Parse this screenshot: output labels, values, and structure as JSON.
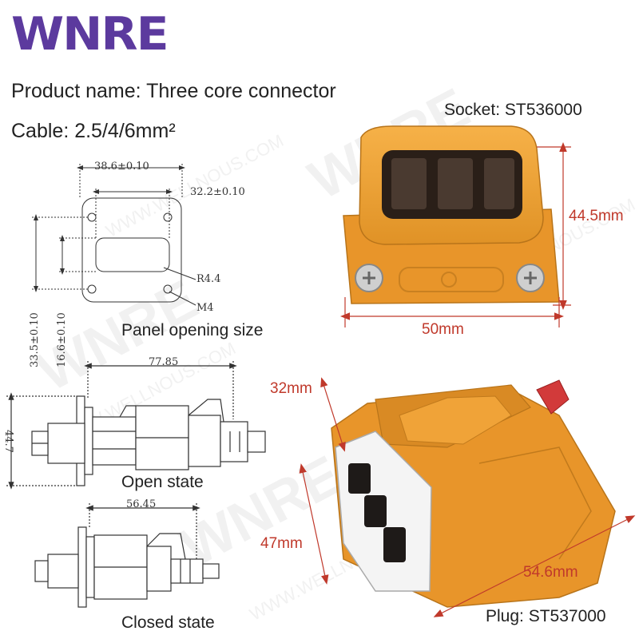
{
  "brand": {
    "logo": "WNRE",
    "watermark_text": "WNRE",
    "watermark_url": "WWW.WELLNOUS.COM"
  },
  "product": {
    "name_line": "Product name: Three core connector",
    "cable_line": "Cable: 2.5/4/6mm²"
  },
  "socket": {
    "label": "Socket: ST536000",
    "height": "44.5mm",
    "width": "50mm"
  },
  "plug": {
    "label": "Plug: ST537000",
    "depth": "32mm",
    "height": "47mm",
    "length": "54.6mm"
  },
  "panel": {
    "caption": "Panel opening size",
    "dim_outer": "38.6±0.10",
    "dim_inner": "32.2±0.10",
    "radius": "R4.4",
    "screw": "M4",
    "dim_h_outer": "33.5±0.10",
    "dim_h_inner": "16.6±0.10"
  },
  "open_state": {
    "caption": "Open state",
    "length": "77.85",
    "height": "44.7"
  },
  "closed_state": {
    "caption": "Closed state",
    "length": "56.45"
  },
  "colors": {
    "orange": "#f0a030",
    "orange_dark": "#c97d16",
    "logo": "#5c3a9e",
    "dim_red": "#c0392b"
  }
}
